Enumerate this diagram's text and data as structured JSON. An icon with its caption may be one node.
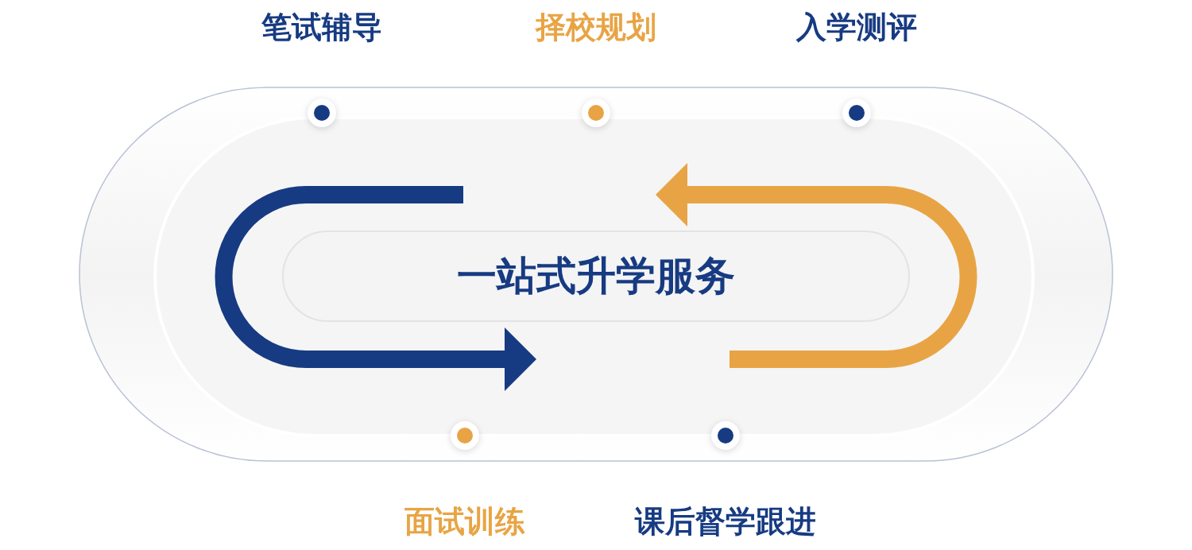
{
  "diagram": {
    "nodes": [
      {
        "text": [
          "一站式升学服务"
        ]
      },
      {
        "text": [
          "笔试辅导"
        ]
      },
      {
        "text": [
          "择校规划"
        ]
      },
      {
        "text": [
          "入学测评"
        ]
      },
      {
        "text": [
          "面试训练"
        ]
      },
      {
        "text": [
          "课后督学跟进"
        ]
      }
    ]
  }
}
